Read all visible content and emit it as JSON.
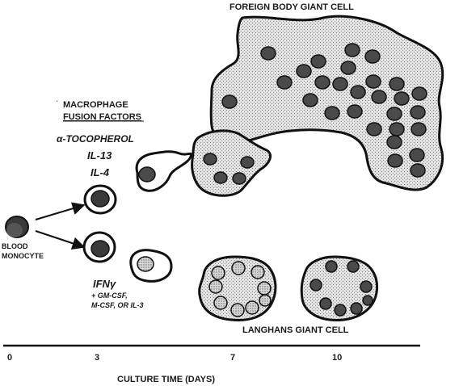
{
  "labels": {
    "foreign_body_giant_cell": "FOREIGN BODY GIANT CELL",
    "macrophage_fusion_factors_line1": "MACROPHAGE",
    "macrophage_fusion_factors_line2": "FUSION FACTORS",
    "alpha_tocopherol": "α-TOCOPHEROL",
    "il13": "IL-13",
    "il4": "IL-4",
    "blood_line1": "BLOOD",
    "blood_line2": "MONOCYTE",
    "ifn": "IFNγ",
    "gm_csf": "+ GM-CSF,",
    "m_csf": "M-CSF, OR IL-3",
    "langhans_giant_cell": "LANGHANS GIANT CELL",
    "axis_title": "CULTURE TIME (DAYS)"
  },
  "axis_ticks": [
    "0",
    "3",
    "7",
    "10"
  ],
  "colors": {
    "outline": "#111111",
    "nucleus_dark": "#4a4a4a",
    "cytoplasm_fill": "#d6d6d6",
    "nucleus_light": "#c8c8c8"
  }
}
